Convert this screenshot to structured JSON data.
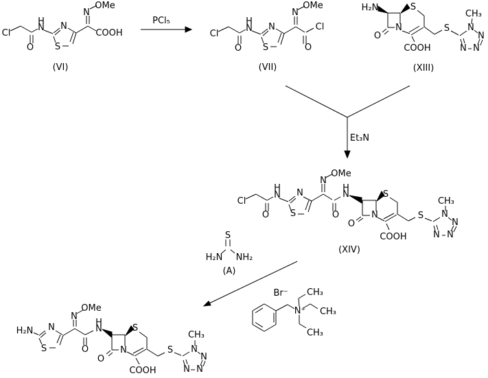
{
  "compounds": {
    "vi": {
      "label": "(VI)",
      "atoms": {
        "cl": "Cl",
        "carbonyl_o": "O",
        "amide_h": "H",
        "amide_n": "N",
        "ring_n": "N",
        "ring_s": "S",
        "oxime_n": "N",
        "ome": "OMe",
        "cooh": "COOH"
      }
    },
    "vii": {
      "label": "(VII)",
      "atoms": {
        "cl": "Cl",
        "carbonyl_o": "O",
        "amide_h": "H",
        "amide_n": "N",
        "ring_n": "N",
        "ring_s": "S",
        "oxime_n": "N",
        "ome": "OMe",
        "acyl_o": "O",
        "acyl_cl": "Cl"
      }
    },
    "xiii": {
      "label": "(XIII)",
      "atoms": {
        "amine": "H₂N",
        "lactam_n": "N",
        "lactam_o": "O",
        "ring_s": "S",
        "cooh": "COOH",
        "thioether_s": "S",
        "tet_n1": "N",
        "tet_n2": "N",
        "tet_n3": "N",
        "tet_n4": "N",
        "n_methyl": "CH₃"
      }
    },
    "xiv": {
      "label": "(XIV)",
      "atoms": {
        "cl": "Cl",
        "carbonyl_o": "O",
        "amide_h": "H",
        "amide_n": "N",
        "ring_n": "N",
        "ring_s": "S",
        "oxime_n": "N",
        "ome": "OMe",
        "amide2_o": "O",
        "amide2_h": "H",
        "amide2_n": "N",
        "lactam_n": "N",
        "lactam_o": "O",
        "ceph_s": "S",
        "cooh": "COOH",
        "thioether_s": "S",
        "tet_n1": "N",
        "tet_n2": "N",
        "tet_n3": "N",
        "tet_n4": "N",
        "n_methyl": "CH₃"
      }
    },
    "thiourea": {
      "label": "(A)",
      "atoms": {
        "s": "S",
        "amine1": "H₂N",
        "amine2": "NH₂"
      }
    },
    "ammonium_salt": {
      "atoms": {
        "br": "Br⁻",
        "n_plus": "N⁺",
        "ch3_top": "CH₃",
        "ch3_mid": "CH₃",
        "ch3_bottom": "CH₃"
      }
    },
    "product": {
      "atoms": {
        "amine": "H₂N",
        "ring_n": "N",
        "ring_s": "S",
        "oxime_n": "N",
        "ome": "OMe",
        "amide_o": "O",
        "amide_h": "H",
        "amide_n": "N",
        "lactam_n": "N",
        "lactam_o": "O",
        "ceph_s": "S",
        "cooh": "COOH",
        "thioether_s": "S",
        "tet_n1": "N",
        "tet_n2": "N",
        "tet_n3": "N",
        "tet_n4": "N",
        "n_methyl": "CH₃"
      }
    }
  },
  "reagents": {
    "pcl5": "PCl₅",
    "et3n": "Et₃N"
  }
}
